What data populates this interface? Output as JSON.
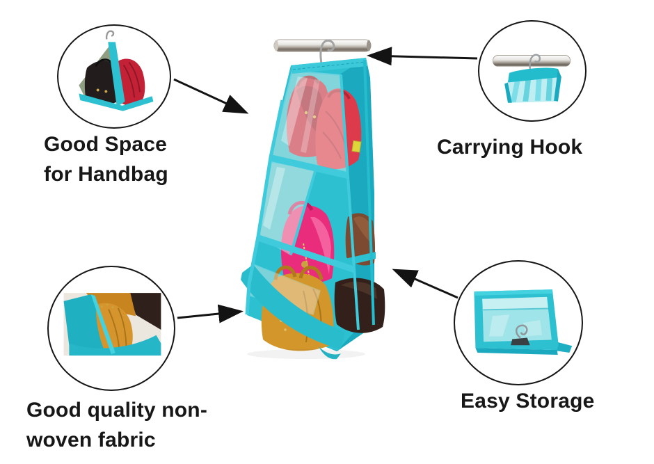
{
  "canvas": {
    "background": "#ffffff"
  },
  "palette": {
    "teal": "#2cc0d1",
    "teal_dark": "#1aa9be",
    "teal_trim": "#3fcbdc",
    "vinyl": "#f6f3ea",
    "red_bag": "#c62a42",
    "red_bag_bright": "#dd3b4c",
    "pink_bag": "#e92d7c",
    "mustard_bag": "#d3962a",
    "brown_bag": "#7b4a30",
    "dark_brown_bag": "#33201a",
    "olive_panel": "#8f9e82",
    "black_bag": "#221c1d",
    "rod_metal": "#7d766d",
    "arrow": "#131313",
    "text": "#171717"
  },
  "callouts": {
    "good_space": {
      "line1": "Good Space",
      "line2": "for Handbag"
    },
    "carrying_hook": {
      "label": "Carrying Hook"
    },
    "non_woven_fabric": {
      "line1": "Good quality non-",
      "line2": "woven fabric"
    },
    "easy_storage": {
      "label": "Easy Storage"
    }
  }
}
